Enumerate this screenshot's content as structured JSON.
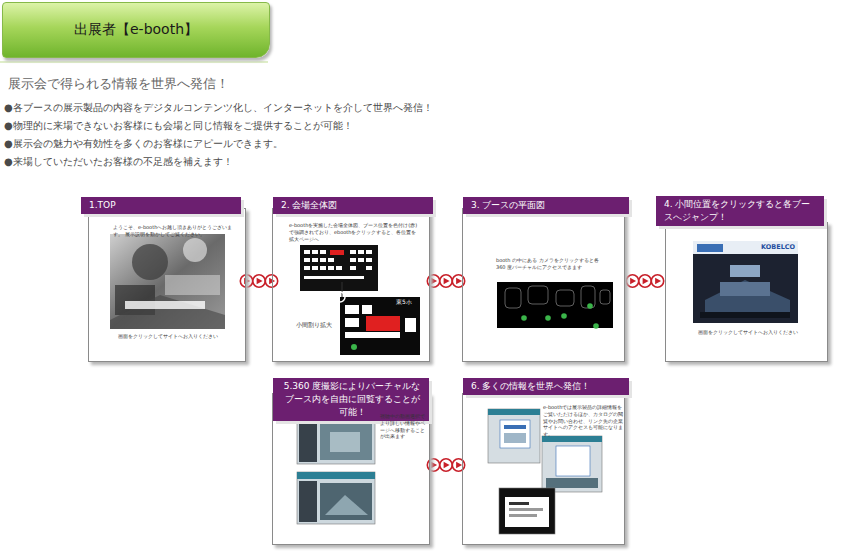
{
  "diagram": {
    "title": "出展者【e-booth】",
    "nodes": [
      {
        "text": [
          "1.TOP",
          "ようこそ、e-boothへお越し頂きありがとうございます。 展示説明を動かしてご覧ください。",
          "画面をクリックしてサイトへお入りください"
        ]
      },
      {
        "text": [
          "2. 会場全体図",
          "e-boothを実施した会場全体図、ブース位置を色付け(赤)で強調されており、eboothをクリックすると、各位置を拡大ページへ"
        ]
      },
      {
        "text": [
          "3. ブースの平面図",
          "booth の中にある カメラをクリックすると各 360 度バーチャルにアクセスできます"
        ]
      },
      {
        "text": [
          "4. 小間位置をクリックすると各ブースへジャンプ！",
          "画面をクリックしてサイトへお入りください"
        ]
      },
      {
        "text": [
          "5.360 度撮影によりバーチャルなブース内を自由に回覧することが可能！",
          "視聴中の動画選択でより詳しい情報やページへ移動することが出来ます"
        ]
      },
      {
        "text": [
          "6. 多くの情報を世界へ発信！",
          "e-boothでは展示製品の詳細情報をご覧いただけるほか、カタログの閲覧やお問い合わせ、リンク先の企業サイトへのアクセスも可能になります。"
        ]
      }
    ],
    "edges": [
      {
        "from": 0,
        "to": 1,
        "arrow": "to"
      },
      {
        "from": 1,
        "to": 2,
        "arrow": "to"
      },
      {
        "from": 2,
        "to": 3,
        "arrow": "to"
      },
      {
        "from": 4,
        "to": 5,
        "arrow": "to"
      }
    ],
    "labels": [
      "展示会で得られる情報を世界へ発信！",
      "●各ブースの展示製品の内容をデジタルコンテンツ化し、インターネットを介して世界へ発信！",
      "●物理的に来場できないお客様にも会場と同じ情報をご提供することが可能！",
      "●展示会の魅力や有効性を多くのお客様にアピールできます。",
      "●来場していただいたお客様の不足感を補えます！",
      "東5ホ",
      "小間割り拡大",
      "KOBELCO"
    ]
  }
}
